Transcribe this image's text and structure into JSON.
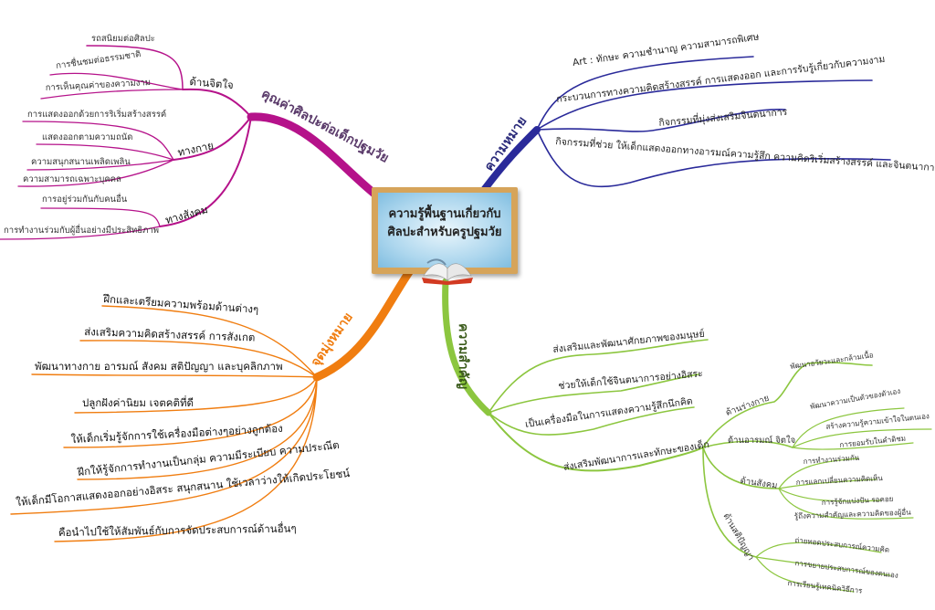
{
  "center": {
    "line1": "ความรู้พื้นฐานเกี่ยวกับ",
    "line2": "ศิลปะสำหรับครูปฐมวัย",
    "icon": "open-book-icon"
  },
  "colors": {
    "value": "#b5128a",
    "meaning": "#2a2a9a",
    "purpose": "#f07d10",
    "importance": "#8cc63f"
  },
  "value": {
    "title": "คุณค่าศิลปะต่อเด็กปฐมวัย",
    "groups": [
      {
        "label": "ด้านจิตใจ",
        "items": [
          "รถสนิยมต่อศิลปะ",
          "การชื่นชมต่อธรรมชาติ",
          "การเห็นคุณค่าของความงาม"
        ]
      },
      {
        "label": "ทางกาย",
        "items": [
          "การแสดงออกด้วยการริเริ่มสร้างสรรค์",
          "แสดงออกตามความถนัด",
          "ความสนุกสนานเพลิดเพลิน",
          "ความสามารถเฉพาะบุคคล"
        ]
      },
      {
        "label": "ทางสังคม",
        "items": [
          "การอยู่ร่วมกันกับคนอื่น",
          "การทำงานร่วมกับผู้อื่นอย่างมีประสิทธิภาพ"
        ]
      }
    ]
  },
  "meaning": {
    "title": "ความหมาย",
    "items": [
      "Art : ทักษะ ความชำนาญ ความสามารถพิเศษ",
      "กระบวนการทางความคิดสร้างสรรค์ การแสดงออก และการรับรู้เกี่ยวกับความงาม",
      "กิจกรรมที่มุ่งส่งเสริมจินตนาการ",
      "กิจกรรมที่ช่วย ให้เด็กแสดงออกทางอารมณ์ความรู้สึก ความคิดริเริ่มสร้างสรรค์ และจินตนาการ"
    ]
  },
  "purpose": {
    "title": "จุดมุ่งหมาย",
    "items": [
      "ฝึกและเตรียมความพร้อมด้านต่างๆ",
      "ส่งเสริมความคิดสร้างสรรค์ การสังเกต",
      "พัฒนาทางกาย อารมณ์ สังคม สติปัญญา และบุคลิกภาพ",
      "ปลูกฝังค่านิยม เจตคติที่ดี",
      "ให้เด็กเริ่มรู้จักการใช้เครื่องมือต่างๆอย่างถูกต้อง",
      "ฝึกให้รู้จักการทำงานเป็นกลุ่ม ความมีระเบียบ ความประณีต",
      "ให้เด็กมีโอกาสแสดงออกอย่างอิสระ สนุกสนาน ใช้เวลาว่างให้เกิดประโยชน์",
      "คือนำไปใช้ให้สัมพันธ์กับการจัดประสบการณ์ด้านอื่นๆ"
    ]
  },
  "importance": {
    "title": "ความสำคัญ",
    "items": [
      "ส่งเสริมและพัฒนาศักยภาพของมนุษย์",
      "ช่วยให้เด็กใช้จินตนาการอย่างอิสระ",
      "เป็นเครื่องมือในการแสดงความรู้สึกนึกคิด",
      "ส่งเสริมพัฒนาการและทักษะของเด็ก"
    ],
    "groups": [
      {
        "label": "ด้านร่างกาย",
        "items": [
          "พัฒนาอวัยวะและกล้ามเนื้อ"
        ]
      },
      {
        "label": "ด้านอารมณ์ จิตใจ",
        "items": [
          "พัฒนาความเป็นตัวของตัวเอง",
          "สร้างความรู้ความเข้าใจในตนเอง",
          "การยอมรับในคำติชม"
        ]
      },
      {
        "label": "ด้านสังคม",
        "items": [
          "การทำงานร่วมกัน",
          "การแลกเปลี่ยนความคิดเห็น",
          "การรู้จักแบ่งปัน รอคอย",
          "รู้ถึงความสำคัญและความคิดของผู้อื่น"
        ]
      },
      {
        "label": "ด้านสติปัญญา",
        "items": [
          "ถ่ายทอดประสบการณ์ความคิด",
          "การขยายประสบการณ์ของตนเอง",
          "การเรียนรู้เทคนิควิธีการ"
        ]
      }
    ]
  }
}
